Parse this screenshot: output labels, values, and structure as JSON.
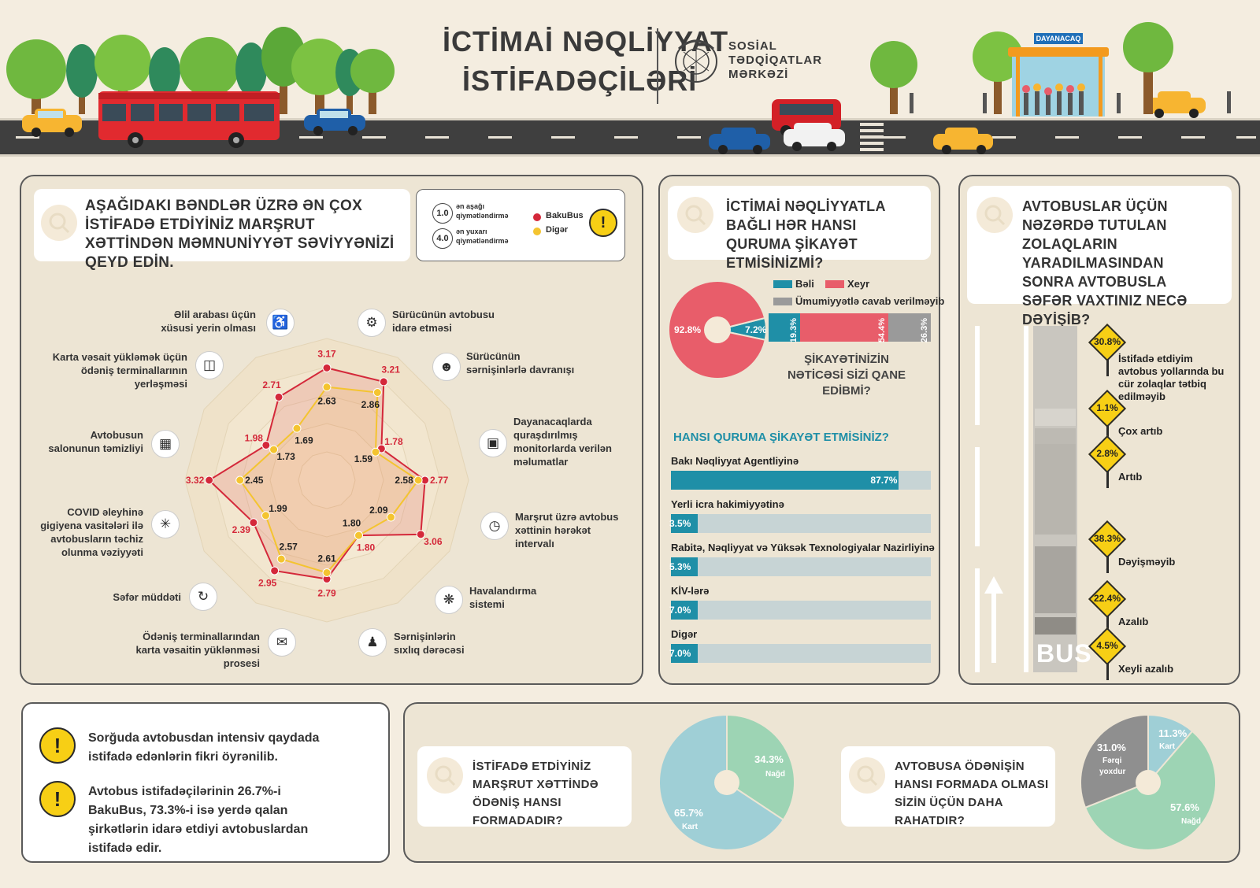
{
  "header": {
    "title_line1": "İCTİMAİ NƏQLİYYAT",
    "title_line2": "İSTİFADƏÇİLƏRİ",
    "logo_line1": "SOSİAL",
    "logo_line2": "TƏDQİQATLAR",
    "logo_line3": "MƏRKƏZİ",
    "stop_sign": "DAYANACAQ"
  },
  "radar_panel": {
    "question": "AŞAĞIDAKI BƏNDLƏR ÜZRƏ ƏN ÇOX İSTİFADƏ ETDİYİNİZ MARŞRUT XƏTTİNDƏN MƏMNUNİYYƏT SƏVİYYƏNİZİ QEYD EDİN.",
    "legend_low_value": "1.0",
    "legend_low_text": "ən aşağı qiymətləndirmə",
    "legend_high_value": "4.0",
    "legend_high_text": "ən yuxarı qiymətləndirmə",
    "legend_bakubus": "BakuBus",
    "legend_diger": "Digər",
    "warn_glyph": "!"
  },
  "complaint_panel": {
    "question": "İCTİMAİ NƏQLİYYATLA BAĞLI HƏR HANSI QURUMA ŞİKAYƏT ETMİSİNİZMİ?",
    "legend_beli": "Bəli",
    "legend_xeyr": "Xeyr",
    "legend_none": "Ümumiyyətlə cavab verilməyib",
    "pie_big": "92.8%",
    "pie_small": "7.2%",
    "bar_beli": "19.3%",
    "bar_xeyr": "54.4%",
    "bar_none": "26.3%",
    "satisfied_q": "ŞİKAYƏTİNİZİN NƏTİCƏSİ SİZİ QANE EDİBMİ?",
    "which_q": "HANSI QURUMA ŞİKAYƏT ETMİSİNİZ?",
    "institutions": [
      {
        "label": "Bakı Nəqliyyat Agentliyinə",
        "value": 87.7,
        "text": "87.7%"
      },
      {
        "label": "Yerli icra hakimiyyətinə",
        "value": 3.5,
        "text": "3.5%"
      },
      {
        "label": "Rabitə, Nəqliyyat və Yüksək Texnologiyalar Nazirliyinə",
        "value": 5.3,
        "text": "5.3%"
      },
      {
        "label": "KİV-lərə",
        "value": 7.0,
        "text": "7.0%"
      },
      {
        "label": "Digər",
        "value": 7.0,
        "text": "7.0%"
      }
    ]
  },
  "buslane_panel": {
    "question": "AVTOBUSLAR ÜÇÜN NƏZƏRDƏ TUTULAN ZOLAQLARIN YARADILMASINDAN SONRA AVTOBUSLA SƏFƏR VAXTINIZ NECƏ DƏYİŞİB?",
    "bus_text": "BUS",
    "items": [
      {
        "value": "30.8%",
        "label": "İstifadə etdiyim avtobus yollarında bu cür zolaqlar tətbiq edilməyib"
      },
      {
        "value": "1.1%",
        "label": "Çox artıb"
      },
      {
        "value": "2.8%",
        "label": "Artıb"
      },
      {
        "value": "38.3%",
        "label": "Dəyişməyib"
      },
      {
        "value": "22.4%",
        "label": "Azalıb"
      },
      {
        "value": "4.5%",
        "label": "Xeyli azalıb"
      }
    ]
  },
  "notes": {
    "glyph": "!",
    "note1": "Sorğuda avtobusdan intensiv qaydada istifadə edənlərin fikri öyrənilib.",
    "note2": "Avtobus istifadəçilərinin 26.7%-i BakuBus, 73.3%-i isə yerdə qalan şirkətlərin idarə etdiyi avtobuslardan istifadə edir."
  },
  "payment": {
    "q1": "İSTİFADƏ ETDİYİNİZ MARŞRUT XƏTTİNDƏ ÖDƏNİŞ HANSI FORMADADIR?",
    "pie1_nagd_val": "34.3%",
    "pie1_nagd_lbl": "Nağd",
    "pie1_kart_val": "65.7%",
    "pie1_kart_lbl": "Kart",
    "q2": "AVTOBUSA ÖDƏNİŞİN HANSI FORMADA OLMASI SİZİN ÜÇÜN DAHA RAHATDIR?",
    "pie2_kart_val": "11.3%",
    "pie2_kart_lbl": "Kart",
    "pie2_nagd_val": "57.6%",
    "pie2_nagd_lbl": "Nağd",
    "pie2_ferq_val": "31.0%",
    "pie2_ferq_lbl1": "Fərqi",
    "pie2_ferq_lbl2": "yoxdur"
  },
  "colors": {
    "bakubus": "#d4283a",
    "diger": "#f4c430",
    "teal": "#1f8fa7",
    "coral": "#e85d6a",
    "grey": "#9a9a9a",
    "pie_light_blue": "#9fcfd6",
    "pie_green": "#9dd4b4",
    "pie_grey": "#8f8f8f"
  },
  "chart_data": [
    {
      "type": "radar",
      "range": [
        1.0,
        4.0
      ],
      "categories": [
        "Sürücünün avtobusu idarə etməsi",
        "Sürücünün sərnişinlərlə davranışı",
        "Dayanacaqlarda quraşdırılmış monitorlarda verilən məlumatlar",
        "Marşrut üzrə avtobus xəttinin hərəkət intervalı",
        "Havalandırma sistemi",
        "Sərnişinlərin sıxlıq dərəcəsi",
        "Ödəniş terminallarından karta vəsaitin yüklənməsi prosesi",
        "Səfər müddəti",
        "COVID əleyhinə gigiyena vasitələri ilə avtobusların təchiz olunma vəziyyəti",
        "Avtobusun salonunun təmizliyi",
        "Karta vəsait yükləmək üçün ödəniş terminallarının yerləşməsi",
        "Əlil arabası üçün xüsusi yerin olması"
      ],
      "series": [
        {
          "name": "BakuBus",
          "values": [
            3.17,
            3.21,
            1.78,
            2.77,
            3.06,
            1.8,
            2.79,
            2.95,
            2.39,
            3.32,
            1.98,
            2.71
          ]
        },
        {
          "name": "Digər",
          "values": [
            2.63,
            2.86,
            1.59,
            2.58,
            2.09,
            1.8,
            2.61,
            2.57,
            1.99,
            2.45,
            1.73,
            1.69
          ]
        }
      ]
    },
    {
      "type": "pie",
      "categories": [
        "Bəli",
        "Xeyr"
      ],
      "values": [
        7.2,
        92.8
      ]
    },
    {
      "type": "bar",
      "title": "ŞİKAYƏTİNİZİN NƏTİCƏSİ SİZİ QANE EDİBMİ?",
      "categories": [
        "Bəli",
        "Xeyr",
        "Ümumiyyətlə cavab verilməyib"
      ],
      "values": [
        19.3,
        54.4,
        26.3
      ]
    },
    {
      "type": "bar",
      "title": "HANSI QURUMA ŞİKAYƏT ETMİSİNİZ?",
      "categories": [
        "Bakı Nəqliyyat Agentliyinə",
        "Yerli icra hakimiyyətinə",
        "Rabitə, Nəqliyyat və Yüksək Texnologiyalar Nazirliyinə",
        "KİV-lərə",
        "Digər"
      ],
      "values": [
        87.7,
        3.5,
        5.3,
        7.0,
        7.0
      ]
    },
    {
      "type": "bar",
      "title": "AVTOBUSLAR ÜÇÜN NƏZƏRDƏ TUTULAN ZOLAQLARIN YARADILMASINDAN SONRA AVTOBUSLA SƏFƏR VAXTINIZ NECƏ DƏYİŞİB?",
      "categories": [
        "İstifadə etdiyim avtobus yollarında bu cür zolaqlar tətbiq edilməyib",
        "Çox artıb",
        "Artıb",
        "Dəyişməyib",
        "Azalıb",
        "Xeyli azalıb"
      ],
      "values": [
        30.8,
        1.1,
        2.8,
        38.3,
        22.4,
        4.5
      ]
    },
    {
      "type": "pie",
      "title": "İSTİFADƏ ETDİYİNİZ MARŞRUT XƏTTİNDƏ ÖDƏNİŞ HANSI FORMADADIR?",
      "categories": [
        "Nağd",
        "Kart"
      ],
      "values": [
        34.3,
        65.7
      ]
    },
    {
      "type": "pie",
      "title": "AVTOBUSA ÖDƏNİŞİN HANSI FORMADA OLMASI SİZİN ÜÇÜN DAHA RAHATDIR?",
      "categories": [
        "Kart",
        "Nağd",
        "Fərqi yoxdur"
      ],
      "values": [
        11.3,
        57.6,
        31.0
      ]
    }
  ]
}
